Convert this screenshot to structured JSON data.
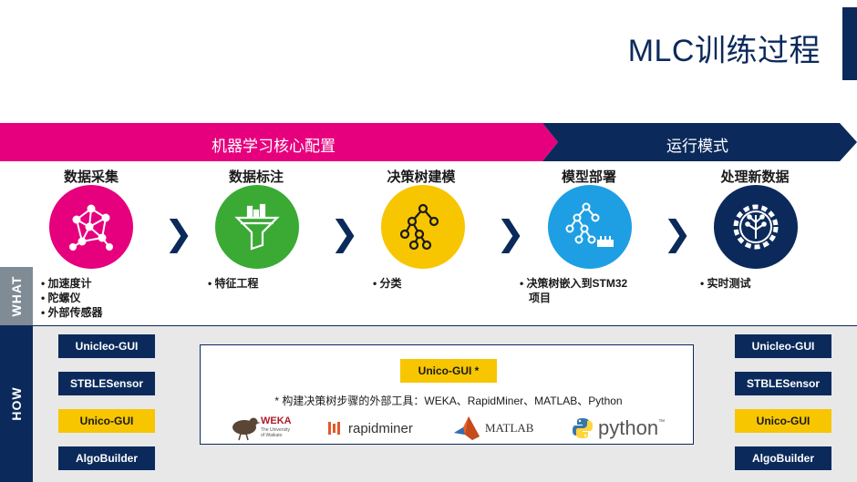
{
  "title": "MLC训练过程",
  "bands": {
    "config": "机器学习核心配置",
    "run": "运行模式"
  },
  "steps": [
    {
      "title": "数据采集",
      "bullets": [
        "• 加速度计",
        "• 陀螺仪",
        "• 外部传感器"
      ],
      "color": "#e6007e",
      "icon": "network-icon"
    },
    {
      "title": "数据标注",
      "bullets": [
        "• 特征工程"
      ],
      "color": "#3aaa35",
      "icon": "funnel-icon"
    },
    {
      "title": "决策树建模",
      "bullets": [
        "• 分类"
      ],
      "color": "#f7c600",
      "icon": "decision-tree-icon"
    },
    {
      "title": "模型部署",
      "bullets": [
        "• 决策树嵌入到STM32",
        "项目"
      ],
      "color": "#1e9fe3",
      "icon": "deploy-tree-icon"
    },
    {
      "title": "处理新数据",
      "bullets": [
        "• 实时测试"
      ],
      "color": "#0b2a5b",
      "icon": "gear-chip-icon"
    }
  ],
  "side": {
    "what": "WHAT",
    "how": "HOW"
  },
  "tools_left": [
    "Unicleo-GUI",
    "STBLESensor",
    "Unico-GUI",
    "AlgoBuilder"
  ],
  "tools_right": [
    "Unicleo-GUI",
    "STBLESensor",
    "Unico-GUI",
    "AlgoBuilder"
  ],
  "center": {
    "badge": "Unico-GUI *",
    "note": "* 构建决策树步骤的外部工具：WEKA、RapidMiner、MATLAB、Python",
    "logos": {
      "weka": "WEKA",
      "weka_sub1": "The University",
      "weka_sub2": "of Waikato",
      "rapidminer": "rapidminer",
      "matlab": "MATLAB",
      "python": "python",
      "python_tm": "™"
    }
  }
}
